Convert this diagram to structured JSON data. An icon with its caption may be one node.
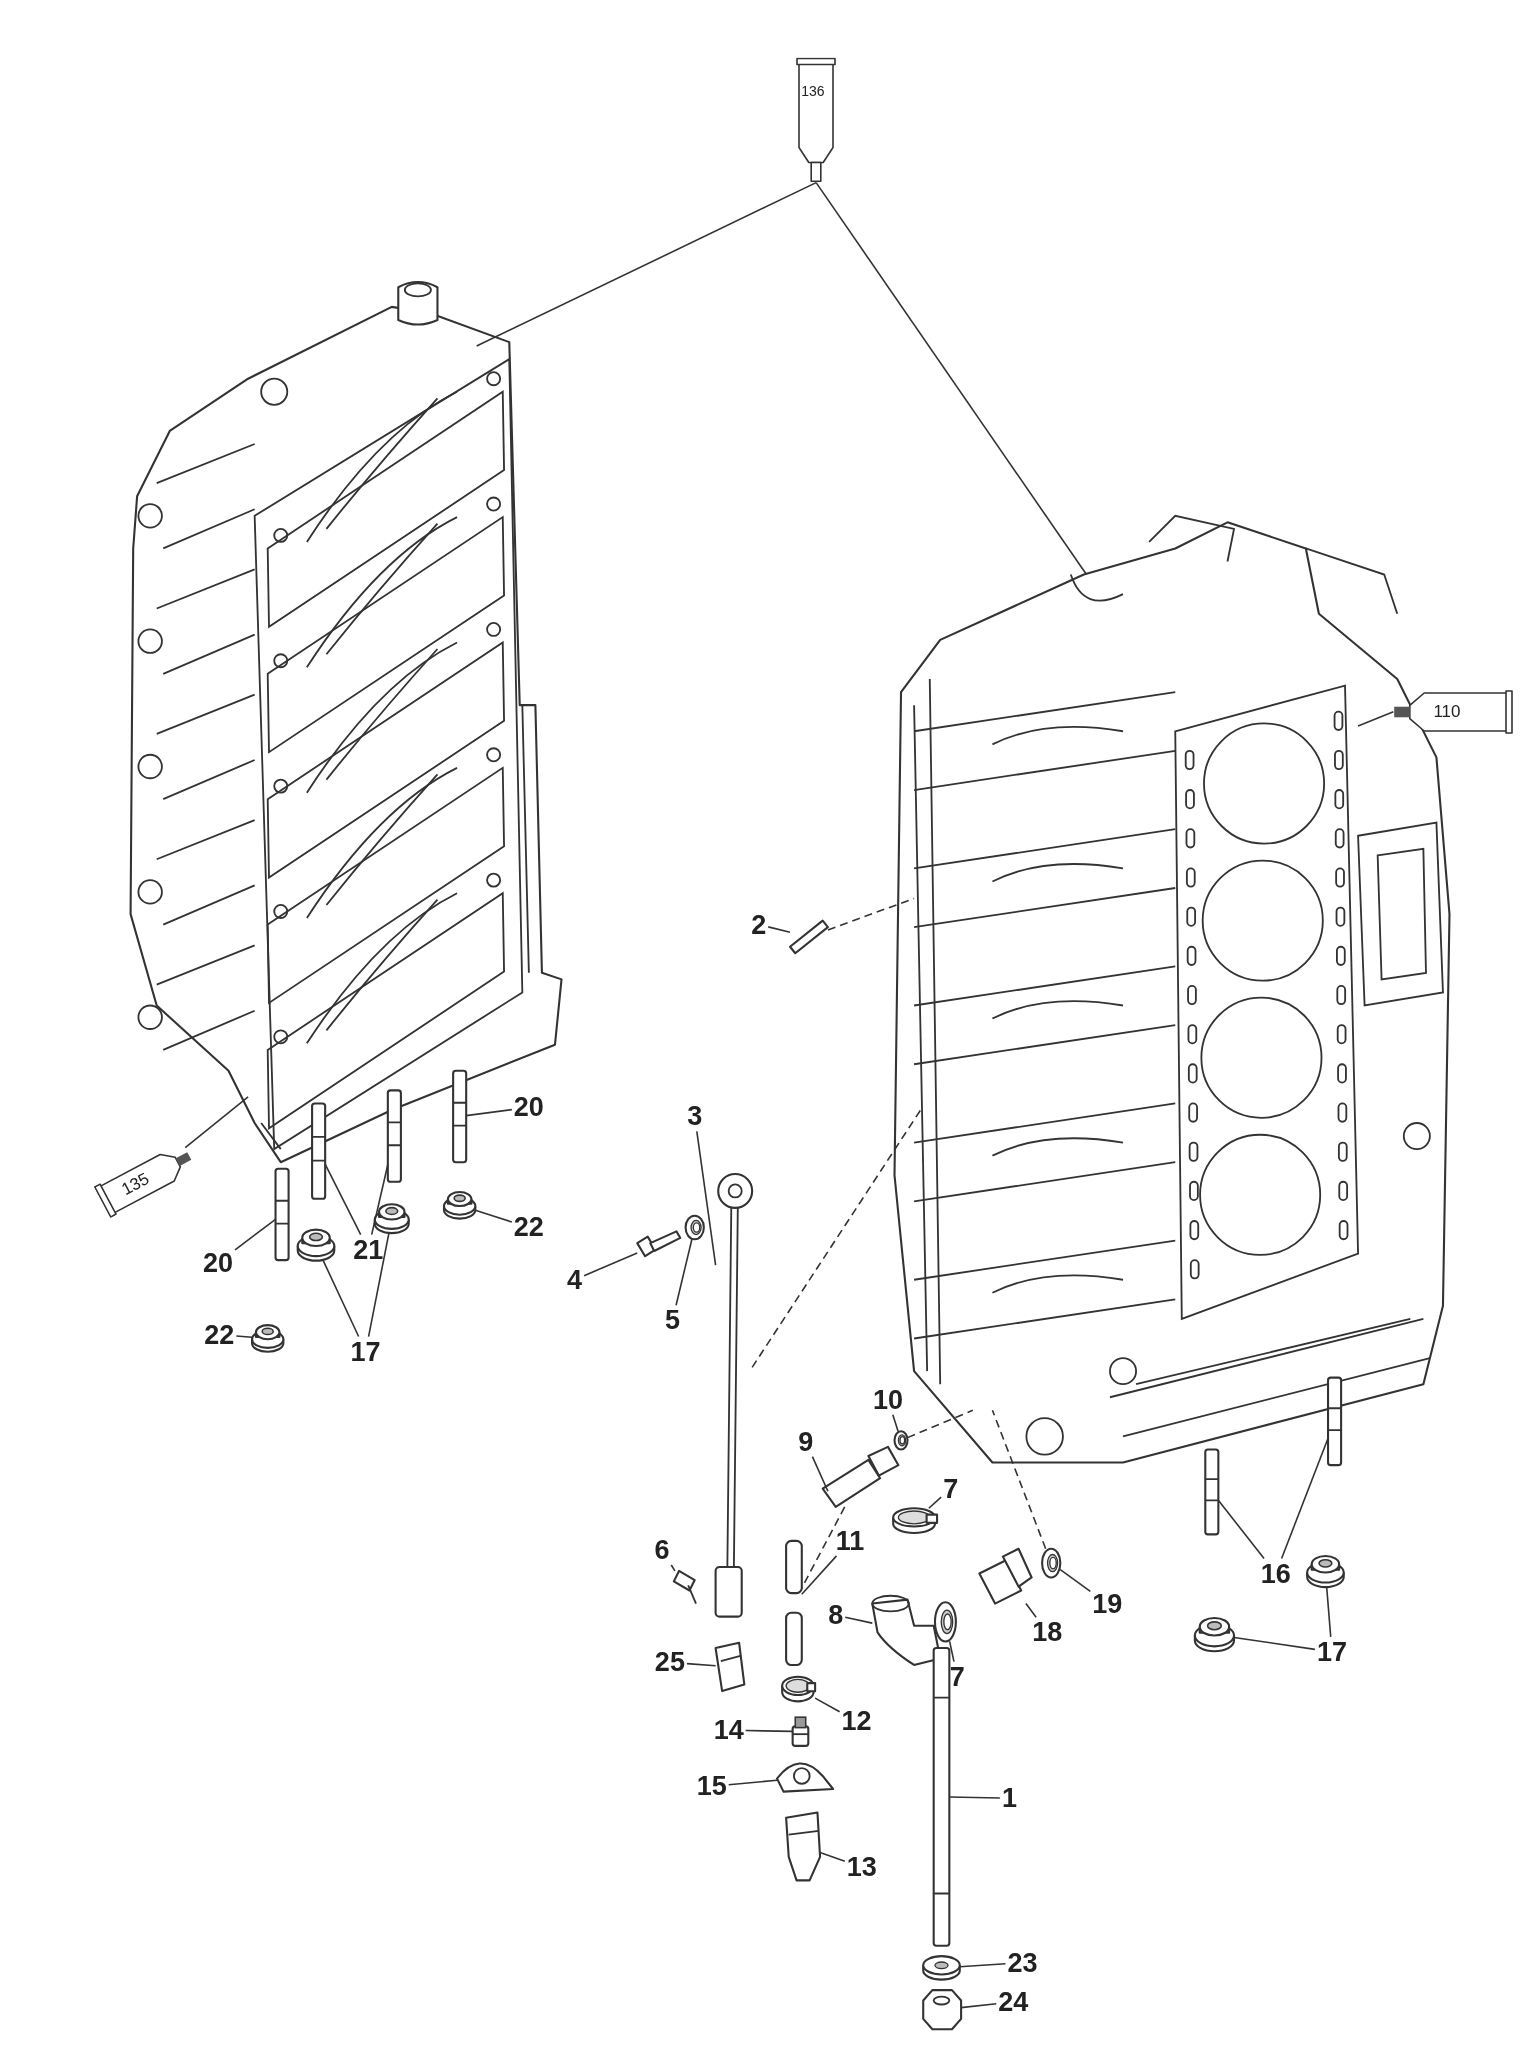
{
  "diagram": {
    "nodes": [
      {
        "text": [
          "136"
        ]
      },
      {
        "text": [
          "110"
        ]
      },
      {
        "text": [
          "2"
        ]
      },
      {
        "text": [
          "20"
        ]
      },
      {
        "text": [
          "3"
        ]
      },
      {
        "text": [
          "22"
        ]
      },
      {
        "text": [
          "21"
        ]
      },
      {
        "text": [
          "20"
        ]
      },
      {
        "text": [
          "135"
        ]
      },
      {
        "text": [
          "4"
        ]
      },
      {
        "text": [
          "5"
        ]
      },
      {
        "text": [
          "22"
        ]
      },
      {
        "text": [
          "17"
        ]
      },
      {
        "text": [
          "10"
        ]
      },
      {
        "text": [
          "9"
        ]
      },
      {
        "text": [
          "7"
        ]
      },
      {
        "text": [
          "11"
        ]
      },
      {
        "text": [
          "6"
        ]
      },
      {
        "text": [
          "16"
        ]
      },
      {
        "text": [
          "19"
        ]
      },
      {
        "text": [
          "8"
        ]
      },
      {
        "text": [
          "18"
        ]
      },
      {
        "text": [
          "17"
        ]
      },
      {
        "text": [
          "25"
        ]
      },
      {
        "text": [
          "7"
        ]
      },
      {
        "text": [
          "12"
        ]
      },
      {
        "text": [
          "14"
        ]
      },
      {
        "text": [
          "15"
        ]
      },
      {
        "text": [
          "1"
        ]
      },
      {
        "text": [
          "13"
        ]
      },
      {
        "text": [
          "23"
        ]
      },
      {
        "text": [
          "24"
        ]
      },
      {
        "text": [],
        "shape": "picture"
      },
      {
        "text": [],
        "shape": "picture"
      },
      {
        "text": [],
        "shape": "picture"
      },
      {
        "text": [],
        "shape": "picture"
      },
      {
        "text": [],
        "shape": "picture"
      },
      {
        "text": [],
        "shape": "picture"
      },
      {
        "text": [],
        "shape": "picture"
      },
      {
        "text": [],
        "shape": "picture"
      },
      {
        "text": [],
        "shape": "picture"
      },
      {
        "text": [],
        "shape": "picture"
      },
      {
        "text": [],
        "shape": "picture"
      },
      {
        "text": [],
        "shape": "picture"
      },
      {
        "text": [],
        "shape": "picture"
      },
      {
        "text": [],
        "shape": "picture"
      },
      {
        "text": [],
        "shape": "picture"
      },
      {
        "text": [],
        "shape": "picture"
      },
      {
        "text": [],
        "shape": "picture"
      },
      {
        "text": [],
        "shape": "picture"
      },
      {
        "text": [],
        "shape": "picture"
      },
      {
        "text": [],
        "shape": "picture"
      },
      {
        "text": [],
        "shape": "picture"
      },
      {
        "text": [],
        "shape": "picture"
      },
      {
        "text": [],
        "shape": "picture"
      },
      {
        "text": [],
        "shape": "picture"
      },
      {
        "text": [],
        "shape": "picture"
      },
      {
        "text": [],
        "shape": "picture"
      },
      {
        "text": [],
        "shape": "picture"
      },
      {
        "text": [],
        "shape": "picture"
      },
      {
        "text": [],
        "shape": "picture"
      },
      {
        "text": [],
        "shape": "picture"
      },
      {
        "text": [],
        "shape": "picture"
      },
      {
        "text": [],
        "shape": "picture"
      },
      {
        "text": [],
        "shape": "picture"
      },
      {
        "text": [],
        "shape": "picture"
      },
      {
        "text": [],
        "shape": "picture"
      }
    ],
    "edges": [
      {
        "from": 0,
        "to": 32,
        "arrow": "none"
      },
      {
        "from": 0,
        "to": 33,
        "arrow": "none"
      },
      {
        "from": 1,
        "to": 33,
        "arrow": "none"
      },
      {
        "from": 8,
        "to": 32,
        "arrow": "none"
      },
      {
        "from": 2,
        "to": 34,
        "arrow": "none"
      },
      {
        "from": 3,
        "to": 35,
        "arrow": "none"
      },
      {
        "from": 4,
        "to": 36,
        "arrow": "none"
      },
      {
        "from": 5,
        "to": 37,
        "arrow": "none"
      },
      {
        "from": 6,
        "to": 38,
        "arrow": "none"
      },
      {
        "from": 6,
        "to": 39,
        "arrow": "none"
      },
      {
        "from": 7,
        "to": 40,
        "arrow": "none"
      },
      {
        "from": 9,
        "to": 41,
        "arrow": "none"
      },
      {
        "from": 10,
        "to": 42,
        "arrow": "none"
      },
      {
        "from": 11,
        "to": 43,
        "arrow": "none"
      },
      {
        "from": 12,
        "to": 44,
        "arrow": "none"
      },
      {
        "from": 12,
        "to": 45,
        "arrow": "none"
      },
      {
        "from": 13,
        "to": 46,
        "arrow": "none"
      },
      {
        "from": 14,
        "to": 47,
        "arrow": "none"
      },
      {
        "from": 15,
        "to": 48,
        "arrow": "none"
      },
      {
        "from": 16,
        "to": 49,
        "arrow": "none"
      },
      {
        "from": 17,
        "to": 50,
        "arrow": "none"
      },
      {
        "from": 18,
        "to": 51,
        "arrow": "none"
      },
      {
        "from": 18,
        "to": 52,
        "arrow": "none"
      },
      {
        "from": 19,
        "to": 53,
        "arrow": "none"
      },
      {
        "from": 20,
        "to": 54,
        "arrow": "none"
      },
      {
        "from": 21,
        "to": 55,
        "arrow": "none"
      },
      {
        "from": 22,
        "to": 56,
        "arrow": "none"
      },
      {
        "from": 22,
        "to": 57,
        "arrow": "none"
      },
      {
        "from": 23,
        "to": 58,
        "arrow": "none"
      },
      {
        "from": 24,
        "to": 59,
        "arrow": "none"
      },
      {
        "from": 25,
        "to": 60,
        "arrow": "none"
      },
      {
        "from": 26,
        "to": 61,
        "arrow": "none"
      },
      {
        "from": 27,
        "to": 62,
        "arrow": "none"
      },
      {
        "from": 28,
        "to": 63,
        "arrow": "none"
      },
      {
        "from": 29,
        "to": 64,
        "arrow": "none"
      },
      {
        "from": 30,
        "to": 65,
        "arrow": "none"
      },
      {
        "from": 31,
        "to": 66,
        "arrow": "none"
      },
      {
        "from": 34,
        "to": 33,
        "arrow": "none",
        "style": "dashed"
      },
      {
        "from": 36,
        "to": 33,
        "arrow": "none",
        "style": "dashed"
      },
      {
        "from": 46,
        "to": 33,
        "arrow": "none",
        "style": "dashed"
      },
      {
        "from": 53,
        "to": 33,
        "arrow": "none",
        "style": "dashed"
      },
      {
        "from": 47,
        "to": 49,
        "arrow": "none",
        "style": "dashed"
      }
    ]
  }
}
